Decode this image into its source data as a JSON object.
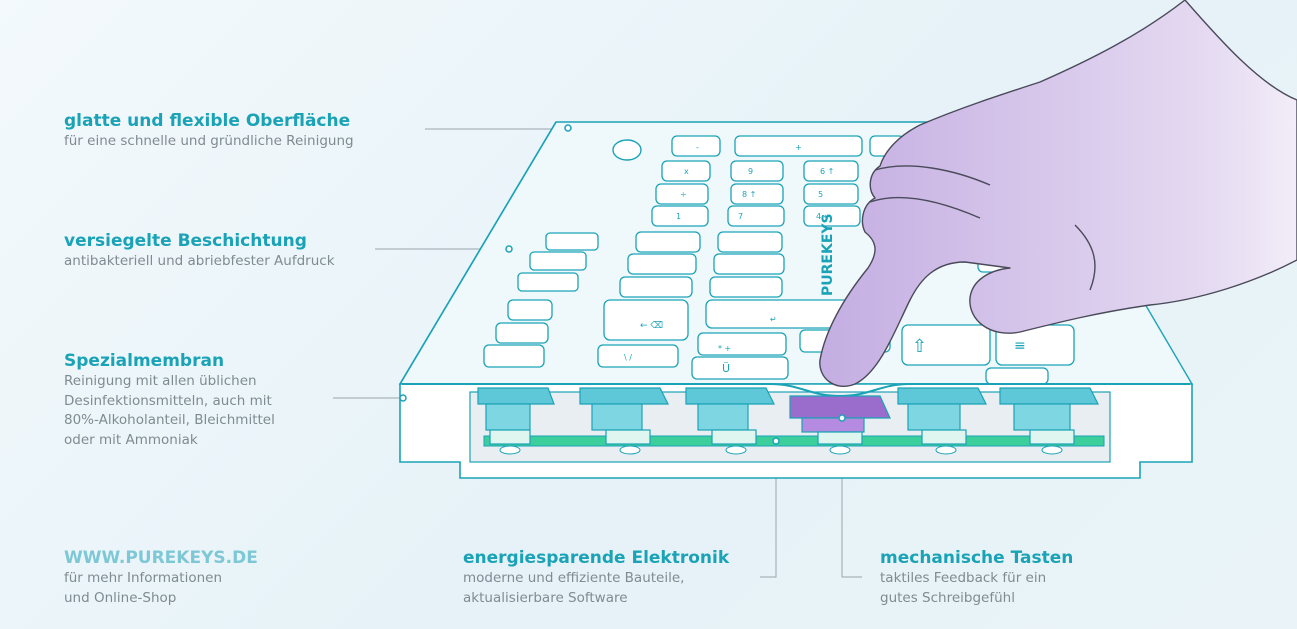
{
  "callouts": {
    "surface": {
      "title": "glatte und flexible Oberfläche",
      "desc": "für eine schnelle und gründliche Reinigung"
    },
    "coating": {
      "title": "versiegelte Beschichtung",
      "desc": "antibakteriell und abriebfester Aufdruck"
    },
    "membrane": {
      "title": "Spezialmembran",
      "desc": "Reinigung mit allen üblichen\nDesinfektionsmitteln, auch mit\n80%-Alkoholanteil, Bleichmittel\noder mit Ammoniak"
    },
    "website": {
      "title": "WWW.PUREKEYS.DE",
      "desc": "für mehr Informationen\nund Online-Shop"
    },
    "electronics": {
      "title": "energiesparende Elektronik",
      "desc": "moderne und effiziente Bauteile,\naktualisierbare Software"
    },
    "mechanical": {
      "title": "mechanische Tasten",
      "desc": "taktiles Feedback für ein\ngutes Schreibgefühl"
    }
  },
  "brand": {
    "logo_text": "PUREKEYS"
  },
  "colors": {
    "accent": "#1aa3b6",
    "muted_text": "#7f8b92",
    "key_blue": "#5ec8d8",
    "key_purple": "#9a6ccc",
    "pcb_green": "#3ccf9c",
    "hand": "#cbb8e6"
  }
}
